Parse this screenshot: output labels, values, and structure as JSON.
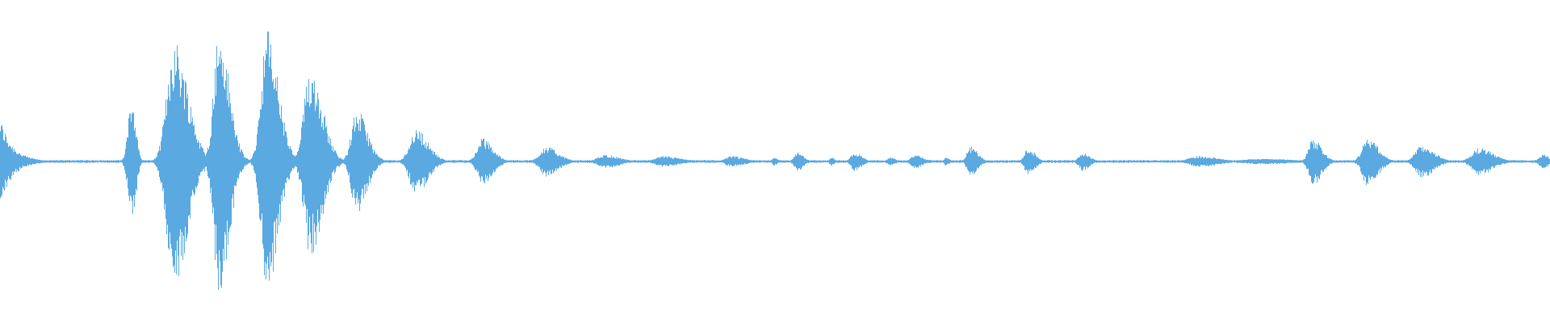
{
  "waveform": {
    "color": "#5aa9e0",
    "baseline_amplitude": 0.012,
    "bursts": [
      {
        "t": 0.0,
        "amp": 0.32,
        "dur": 0.009,
        "shape": "tail"
      },
      {
        "t": 0.085,
        "amp": 0.48,
        "dur": 0.006,
        "shape": "spike"
      },
      {
        "t": 0.112,
        "amp": 0.9,
        "dur": 0.016,
        "shape": "burst"
      },
      {
        "t": 0.141,
        "amp": 0.96,
        "dur": 0.012,
        "shape": "burst"
      },
      {
        "t": 0.172,
        "amp": 0.98,
        "dur": 0.013,
        "shape": "burst"
      },
      {
        "t": 0.2,
        "amp": 0.7,
        "dur": 0.014,
        "shape": "burst"
      },
      {
        "t": 0.23,
        "amp": 0.38,
        "dur": 0.012,
        "shape": "burst"
      },
      {
        "t": 0.268,
        "amp": 0.24,
        "dur": 0.014,
        "shape": "burst"
      },
      {
        "t": 0.311,
        "amp": 0.17,
        "dur": 0.012,
        "shape": "burst"
      },
      {
        "t": 0.352,
        "amp": 0.11,
        "dur": 0.014,
        "shape": "burst"
      },
      {
        "t": 0.39,
        "amp": 0.05,
        "dur": 0.016,
        "shape": "burst"
      },
      {
        "t": 0.428,
        "amp": 0.04,
        "dur": 0.018,
        "shape": "burst"
      },
      {
        "t": 0.472,
        "amp": 0.04,
        "dur": 0.014,
        "shape": "burst"
      },
      {
        "t": 0.499,
        "amp": 0.03,
        "dur": 0.004,
        "shape": "burst"
      },
      {
        "t": 0.514,
        "amp": 0.07,
        "dur": 0.007,
        "shape": "burst"
      },
      {
        "t": 0.536,
        "amp": 0.03,
        "dur": 0.004,
        "shape": "burst"
      },
      {
        "t": 0.551,
        "amp": 0.07,
        "dur": 0.008,
        "shape": "burst"
      },
      {
        "t": 0.574,
        "amp": 0.03,
        "dur": 0.006,
        "shape": "burst"
      },
      {
        "t": 0.59,
        "amp": 0.05,
        "dur": 0.009,
        "shape": "burst"
      },
      {
        "t": 0.61,
        "amp": 0.03,
        "dur": 0.004,
        "shape": "burst"
      },
      {
        "t": 0.626,
        "amp": 0.11,
        "dur": 0.008,
        "shape": "burst"
      },
      {
        "t": 0.663,
        "amp": 0.1,
        "dur": 0.008,
        "shape": "burst"
      },
      {
        "t": 0.698,
        "amp": 0.07,
        "dur": 0.008,
        "shape": "burst"
      },
      {
        "t": 0.773,
        "amp": 0.04,
        "dur": 0.022,
        "shape": "burst"
      },
      {
        "t": 0.812,
        "amp": 0.02,
        "dur": 0.04,
        "shape": "burst"
      },
      {
        "t": 0.847,
        "amp": 0.17,
        "dur": 0.01,
        "shape": "burst"
      },
      {
        "t": 0.882,
        "amp": 0.18,
        "dur": 0.012,
        "shape": "burst"
      },
      {
        "t": 0.917,
        "amp": 0.12,
        "dur": 0.014,
        "shape": "burst"
      },
      {
        "t": 0.954,
        "amp": 0.1,
        "dur": 0.016,
        "shape": "burst"
      },
      {
        "t": 0.995,
        "amp": 0.05,
        "dur": 0.008,
        "shape": "burst"
      }
    ]
  }
}
